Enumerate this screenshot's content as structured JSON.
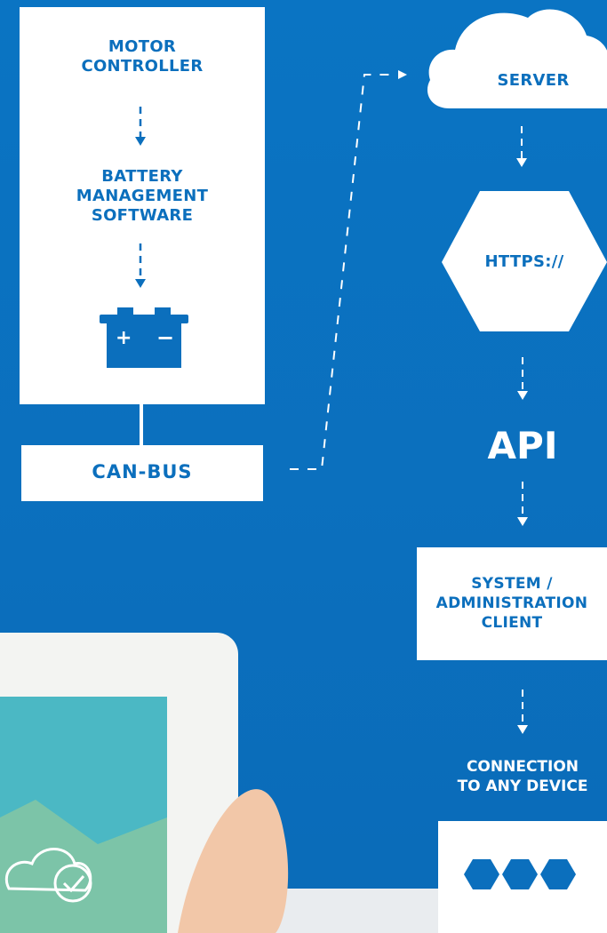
{
  "left_panel": {
    "motor_controller": "MOTOR\nCONTROLLER",
    "battery_management": "BATTERY\nMANAGEMENT\nSOFTWARE",
    "battery_plus": "+",
    "battery_minus": "−"
  },
  "canbus": {
    "label": "CAN-BUS"
  },
  "right_flow": {
    "server": "SERVER",
    "https": "HTTPS://",
    "api": "API",
    "system_client": "SYSTEM /\nADMINISTRATION\nCLIENT",
    "connection": "CONNECTION\nTO ANY DEVICE"
  },
  "colors": {
    "background": "#0b6fbd",
    "accent_blue": "#0b6fbd",
    "white": "#ffffff",
    "screen_teal": "#4bb8c4"
  },
  "icons": [
    "battery-icon",
    "cloud-icon",
    "hexagon-icon",
    "device-dots-icon",
    "check-icon"
  ]
}
